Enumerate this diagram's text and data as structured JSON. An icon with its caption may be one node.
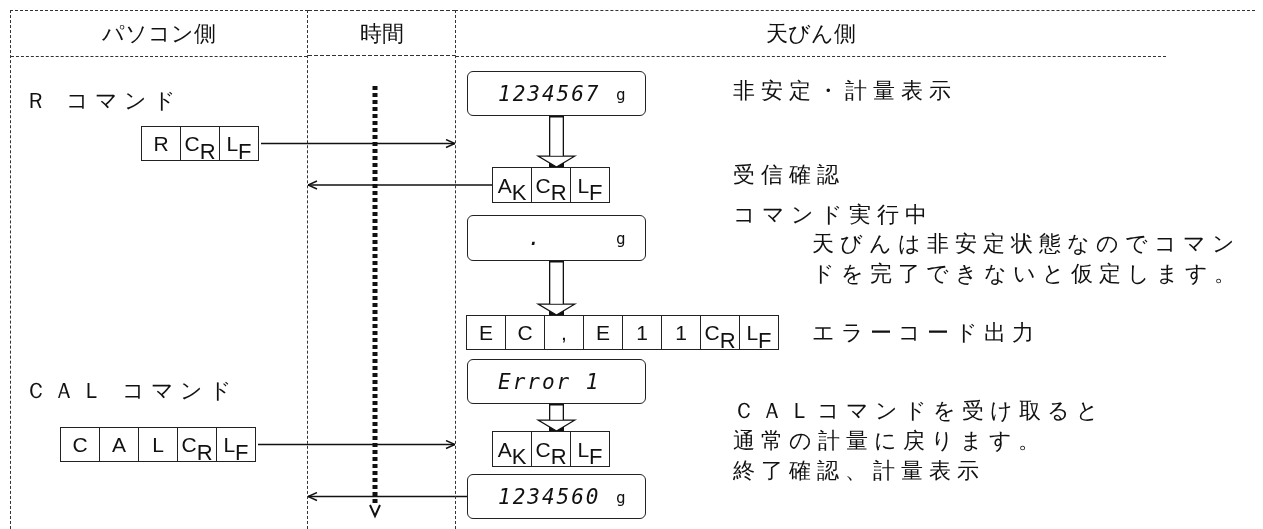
{
  "diagram": {
    "nodes": [
      {
        "text": [
          "パソコン側"
        ]
      },
      {
        "text": [
          "天びん側"
        ]
      },
      {
        "text": [
          "R",
          "C$_{R}$",
          "L$_{F}$"
        ],
        "in": 0
      },
      {
        "text": [
          "1234567",
          "g"
        ],
        "in": 1
      },
      {
        "text": [
          "A$_{K}$",
          "C$_{R}$",
          "L$_{F}$"
        ],
        "in": 1
      },
      {
        "text": [
          ".",
          "g"
        ],
        "in": 1
      },
      {
        "text": [
          "E",
          "C",
          ",",
          "E",
          "1",
          "1",
          "C$_{R}$",
          "L$_{F}$"
        ],
        "in": 1
      },
      {
        "text": [
          "Error 1"
        ],
        "in": 1
      },
      {
        "text": [
          "C",
          "A",
          "L",
          "C$_{R}$",
          "L$_{F}$"
        ],
        "in": 0
      },
      {
        "text": [
          "A$_{K}$",
          "C$_{R}$",
          "L$_{F}$"
        ],
        "in": 1
      },
      {
        "text": [
          "1234560",
          "g"
        ],
        "in": 1
      }
    ],
    "edges": [
      {
        "from": 2,
        "to": 1,
        "arrow": "to"
      },
      {
        "from": 3,
        "to": 4,
        "arrow": "to",
        "style": "thick"
      },
      {
        "from": 4,
        "to": 0,
        "arrow": "to"
      },
      {
        "from": 5,
        "to": 6,
        "arrow": "to",
        "style": "thick"
      },
      {
        "from": 8,
        "to": 1,
        "arrow": "to"
      },
      {
        "from": 7,
        "to": 9,
        "arrow": "to",
        "style": "thick"
      },
      {
        "from": 10,
        "to": 0,
        "arrow": "to"
      }
    ],
    "labels": [
      "時間",
      "Ｒ コマンド",
      "ＣＡＬ コマンド",
      "非安定・計量表示",
      "受信確認",
      "コマンド実行中",
      "天びんは非安定状態なのでコマンドを完了できないと仮定します。",
      "エラーコード出力",
      "ＣＡＬコマンドを受け取ると通常の計量に戻ります。",
      "終了確認、計量表示"
    ]
  }
}
